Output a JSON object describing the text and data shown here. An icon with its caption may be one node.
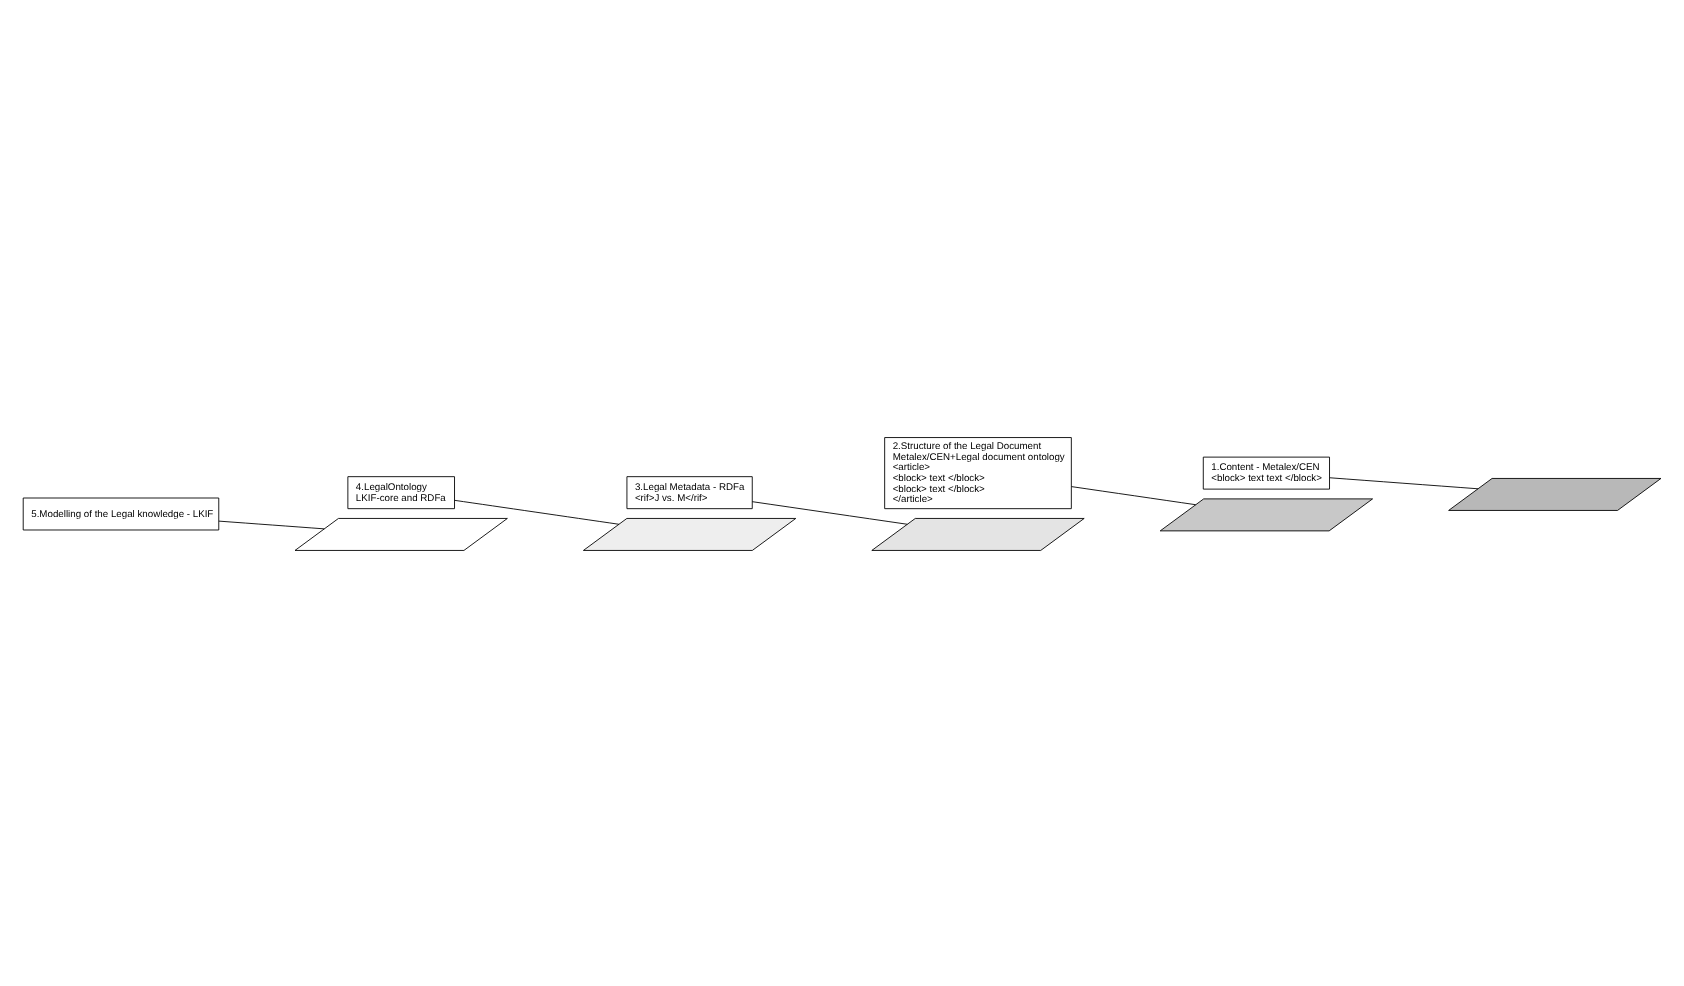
{
  "diagram": {
    "nodes": [
      {
        "text": [
          "5.Modelling of the Legal knowledge - LKIF"
        ]
      },
      {
        "text": [
          "4.LegalOntology",
          "LKIF-core and RDFa"
        ]
      },
      {
        "text": [
          "3.Legal Metadata - RDFa",
          "<rif>J vs. M</rif>"
        ]
      },
      {
        "text": [
          "2.Structure of the Legal Document",
          "Metalex/CEN+Legal document ontology",
          "<article>",
          "<block> text </block>",
          "<block> text </block>",
          "</article>"
        ]
      },
      {
        "text": [
          "1.Content - Metalex/CEN",
          "<block> text text </block>"
        ]
      },
      {
        "text": [],
        "shape": "parallelogram"
      },
      {
        "text": [],
        "shape": "parallelogram"
      },
      {
        "text": [],
        "shape": "parallelogram"
      },
      {
        "text": [],
        "shape": "parallelogram"
      },
      {
        "text": [],
        "shape": "parallelogram"
      }
    ],
    "edges": [
      {
        "from": 0,
        "to": 5,
        "arrow": "none"
      },
      {
        "from": 1,
        "to": 6,
        "arrow": "none"
      },
      {
        "from": 2,
        "to": 7,
        "arrow": "none"
      },
      {
        "from": 3,
        "to": 8,
        "arrow": "none"
      },
      {
        "from": 4,
        "to": 9,
        "arrow": "none"
      }
    ]
  }
}
